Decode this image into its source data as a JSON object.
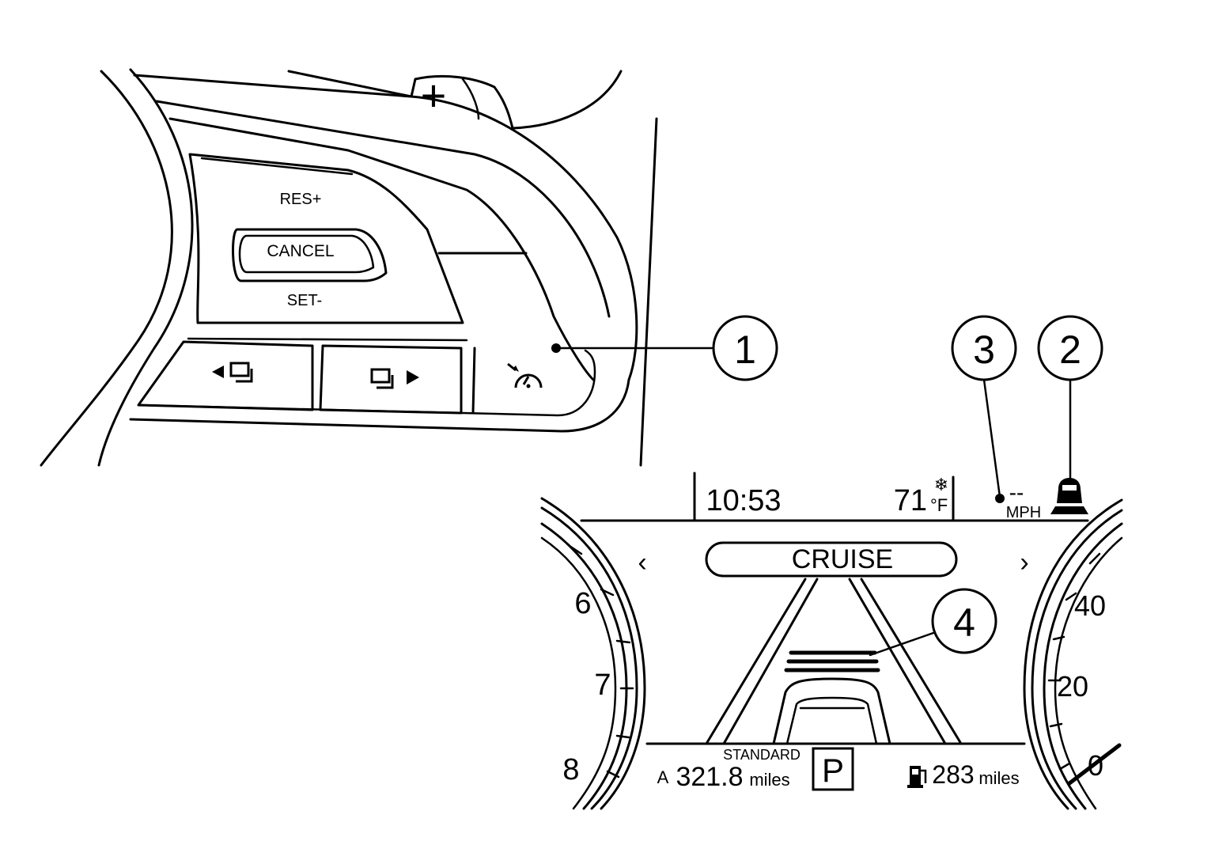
{
  "steering_switch": {
    "res_label": "RES+",
    "cancel_label": "CANCEL",
    "set_label": "SET-",
    "plus_label": "+"
  },
  "display": {
    "time": "10:53",
    "temperature": "71",
    "temp_unit": "°F",
    "set_speed": "--",
    "speed_unit": "MPH",
    "menu_title": "CRUISE",
    "nav_left": "‹",
    "nav_right": "›",
    "drive_mode": "STANDARD",
    "gear": "P",
    "trip_label": "A",
    "trip_value": "321.8",
    "trip_unit": "miles",
    "range_value": "283",
    "range_unit": "miles"
  },
  "tach_labels": [
    "6",
    "7",
    "8"
  ],
  "speedo_labels": [
    "40",
    "20",
    "0"
  ],
  "callouts": [
    "1",
    "2",
    "3",
    "4"
  ],
  "icons": {
    "cruise_switch": "cruise-control-icon",
    "prev_screen": "prev-screen-icon",
    "next_screen": "next-screen-icon",
    "lead_vehicle": "lead-vehicle-icon",
    "frost": "frost-icon",
    "fuel": "fuel-pump-icon"
  }
}
